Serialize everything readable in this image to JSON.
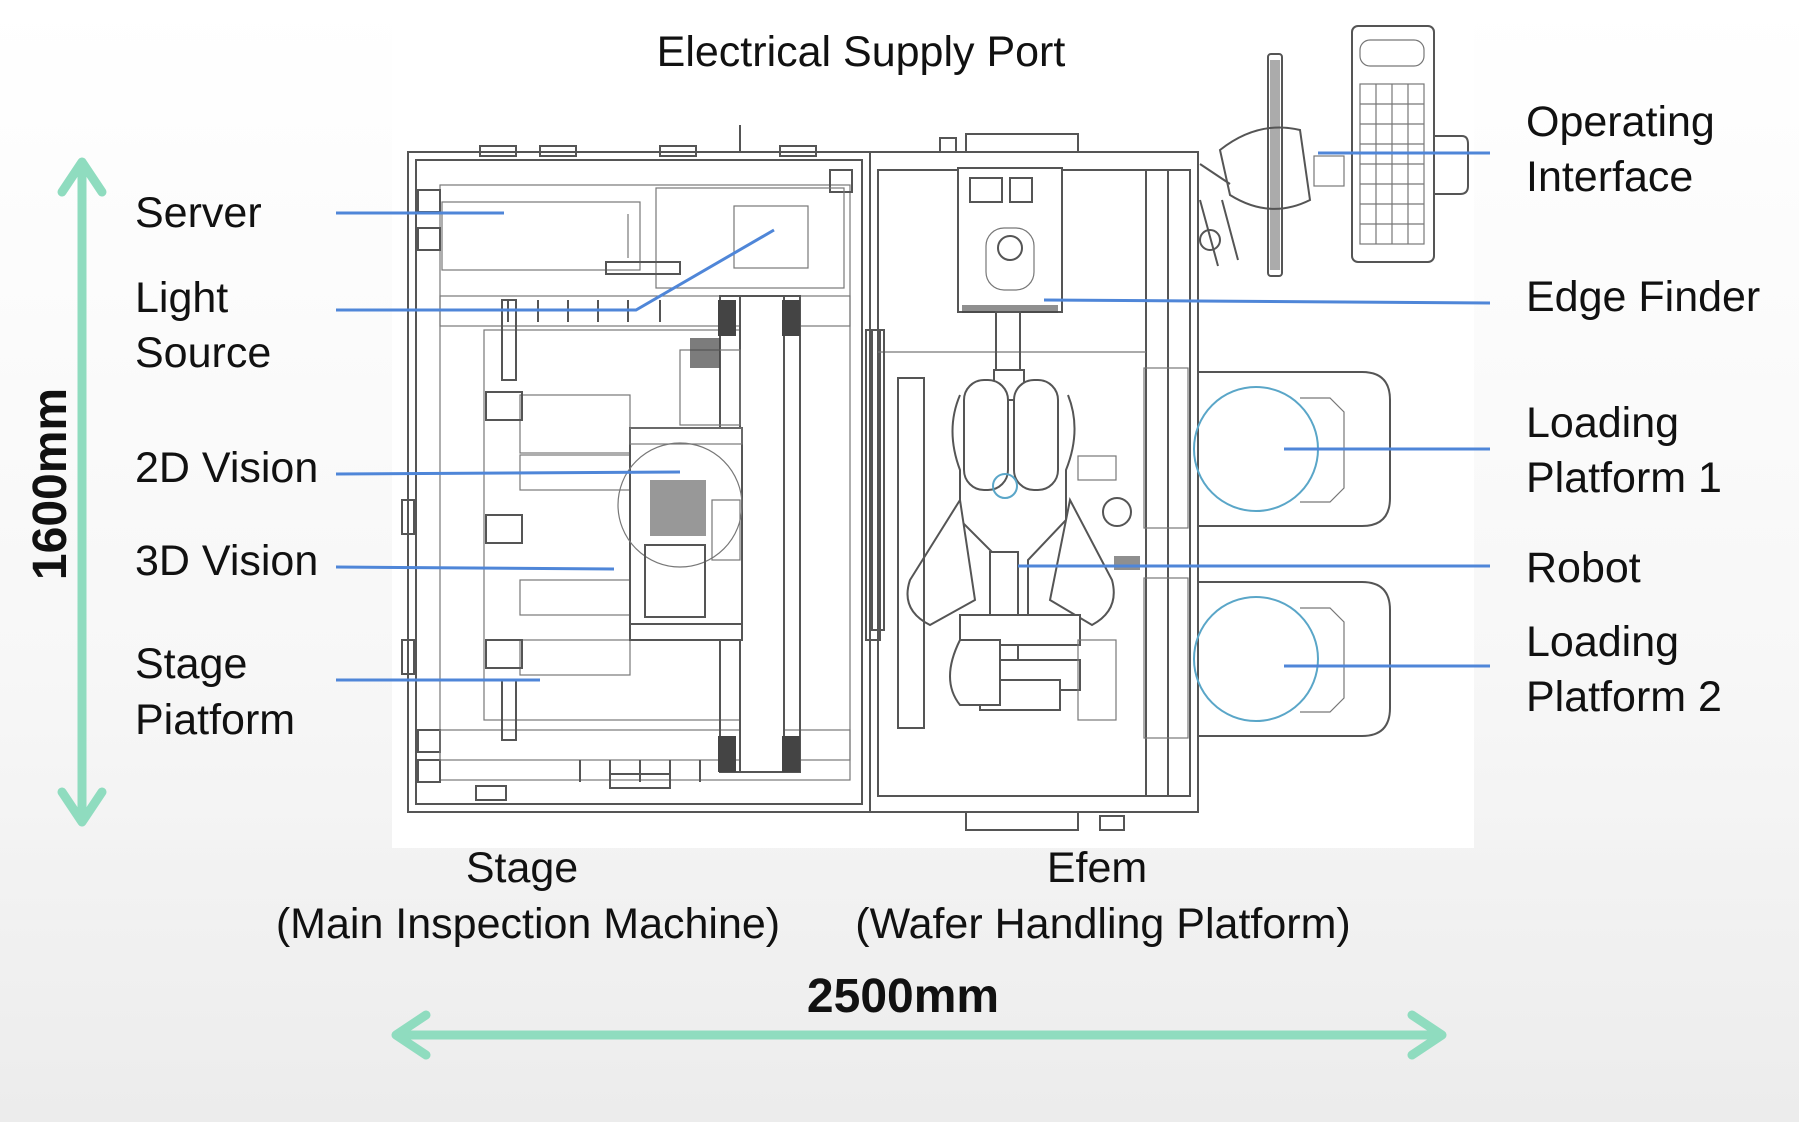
{
  "title": "Electrical Supply Port",
  "left_labels": [
    {
      "id": "server",
      "lines": [
        "Server"
      ]
    },
    {
      "id": "light-source",
      "lines": [
        "Light",
        "Source"
      ]
    },
    {
      "id": "2d-vision",
      "lines": [
        "2D Vision"
      ]
    },
    {
      "id": "3d-vision",
      "lines": [
        "3D Vision"
      ]
    },
    {
      "id": "stage-platform",
      "lines": [
        "Stage",
        "Piatform"
      ]
    }
  ],
  "right_labels": [
    {
      "id": "operating-interface",
      "lines": [
        "Operating",
        "Interface"
      ]
    },
    {
      "id": "edge-finder",
      "lines": [
        "Edge Finder"
      ]
    },
    {
      "id": "loading-platform-1",
      "lines": [
        "Loading",
        "Platform 1"
      ]
    },
    {
      "id": "robot",
      "lines": [
        "Robot"
      ]
    },
    {
      "id": "loading-platform-2",
      "lines": [
        "Loading",
        "Platform 2"
      ]
    }
  ],
  "bottom_labels": {
    "stage": [
      "Stage",
      "(Main Inspection Machine)"
    ],
    "efem": [
      "Efem",
      "(Wafer Handling Platform)"
    ]
  },
  "dimensions": {
    "height": "1600mm",
    "width": "2500mm"
  },
  "colors": {
    "leader_line": "#4f86d8",
    "dimension_arrow": "#8fdcbf",
    "drawing_stroke": "#555555"
  }
}
